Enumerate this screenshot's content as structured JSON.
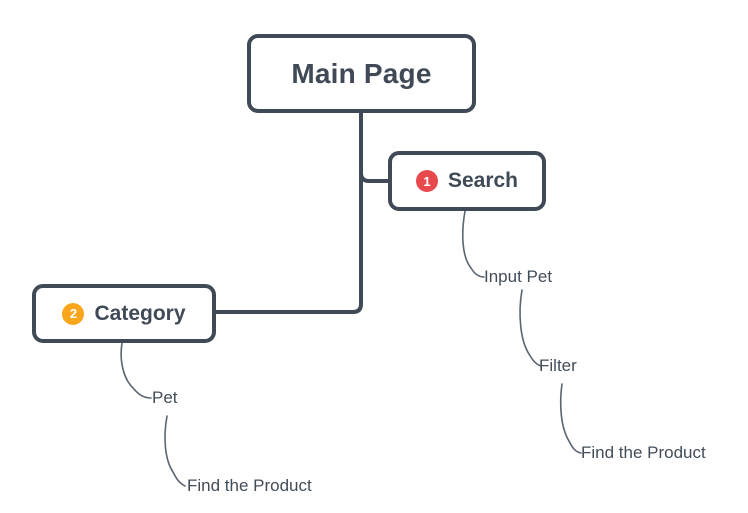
{
  "diagram": {
    "type": "mindmap",
    "root": {
      "label": "Main Page"
    },
    "branches": [
      {
        "badge": "1",
        "badge_color": "#e8494d",
        "label": "Search",
        "children": [
          "Input Pet",
          "Filter",
          "Find the Product"
        ]
      },
      {
        "badge": "2",
        "badge_color": "#f9a61c",
        "label": "Category",
        "children": [
          "Pet",
          "Find the Product"
        ]
      }
    ],
    "colors": {
      "outline": "#3f4a56",
      "thin_connector": "#5a6571",
      "node_background": "#ffffff",
      "canvas_background": "#ffffff",
      "text": "#3f4a56",
      "leaf_text": "#424d58"
    }
  }
}
